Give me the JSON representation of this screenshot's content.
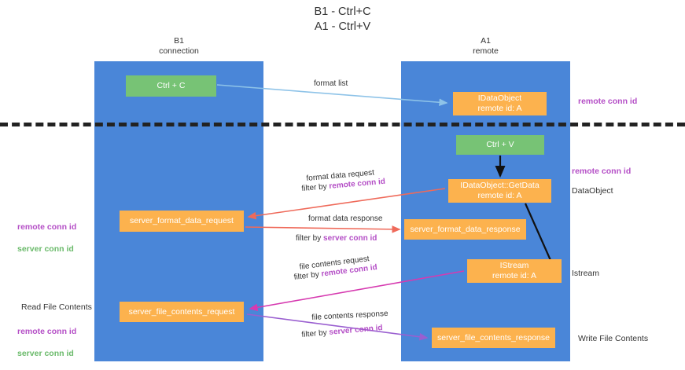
{
  "title": "B1 - Ctrl+C\nA1 - Ctrl+V",
  "columns": {
    "left": "B1\nconnection",
    "right": "A1\nremote"
  },
  "nodes": {
    "ctrl_c": "Ctrl + C",
    "idataobject_top": "IDataObject\nremote id: A",
    "ctrl_v": "Ctrl + V",
    "getdata": "IDataObject::GetData\nremote id: A",
    "server_format_data_request": "server_format_data_request",
    "server_format_data_response": "server_format_data_response",
    "istream": "IStream\nremote id: A",
    "server_file_contents_request": "server_file_contents_request",
    "server_file_contents_response": "server_file_contents_response"
  },
  "side_labels": {
    "remote_conn_id_top": "remote conn id",
    "remote_conn_id_mid": "remote conn id",
    "dataobject": "DataObject",
    "istream": "Istream",
    "write_file_contents": "Write File Contents",
    "read_file_contents": "Read File Contents",
    "remote_conn_id": "remote conn id",
    "server_conn_id": "server conn id"
  },
  "edge_labels": {
    "format_list": "format list",
    "format_data_request": "format data request",
    "filter_by": "filter by ",
    "remote_conn_id": "remote conn id",
    "format_data_response": "format data response",
    "server_conn_id": "server conn id",
    "file_contents_request": "file contents request",
    "file_contents_response": "file contents response"
  },
  "colors": {
    "lane": "#4a86d8",
    "green_node": "#77c375",
    "orange_node": "#fcb24e",
    "purple_text": "#b44ec6",
    "green_text": "#6aba6a",
    "arrow_blue": "#8ec3e8",
    "arrow_red": "#ef6a5a",
    "arrow_magenta": "#d63ab0",
    "arrow_purple": "#9a5fd0",
    "arrow_black": "#111111",
    "divider": "#222222"
  }
}
